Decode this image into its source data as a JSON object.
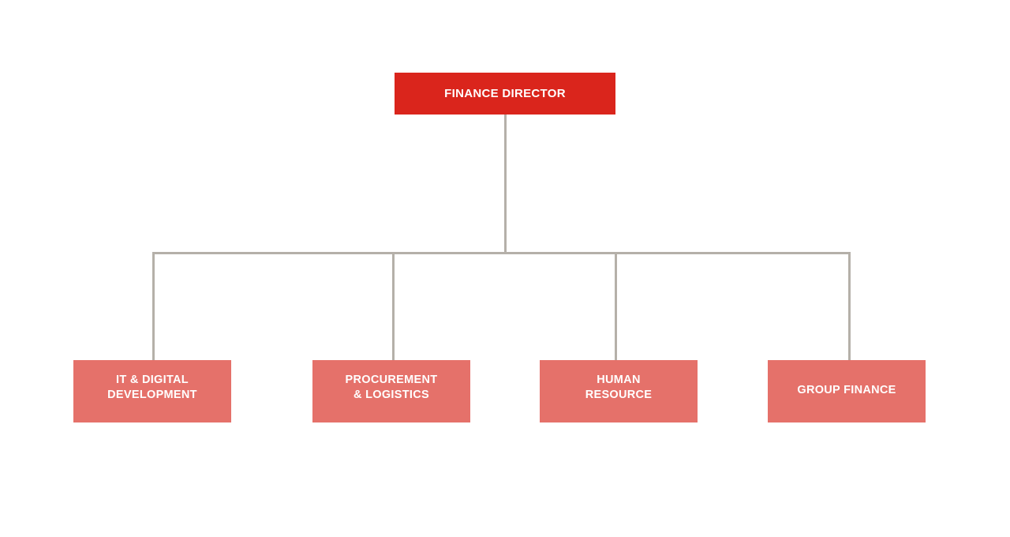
{
  "chart": {
    "type": "org-chart",
    "background_color": "#ffffff",
    "connector_color": "#b5b0a9",
    "root": {
      "label": "FINANCE DIRECTOR",
      "color": "#da251c",
      "text_color": "#ffffff"
    },
    "children": [
      {
        "label": "IT & DIGITAL\nDEVELOPMENT",
        "color": "#e5716a",
        "text_color": "#ffffff"
      },
      {
        "label": "PROCUREMENT\n& LOGISTICS",
        "color": "#e5716a",
        "text_color": "#ffffff"
      },
      {
        "label": "HUMAN\nRESOURCE",
        "color": "#e5716a",
        "text_color": "#ffffff"
      },
      {
        "label": "GROUP FINANCE",
        "color": "#e5716a",
        "text_color": "#ffffff"
      }
    ]
  }
}
